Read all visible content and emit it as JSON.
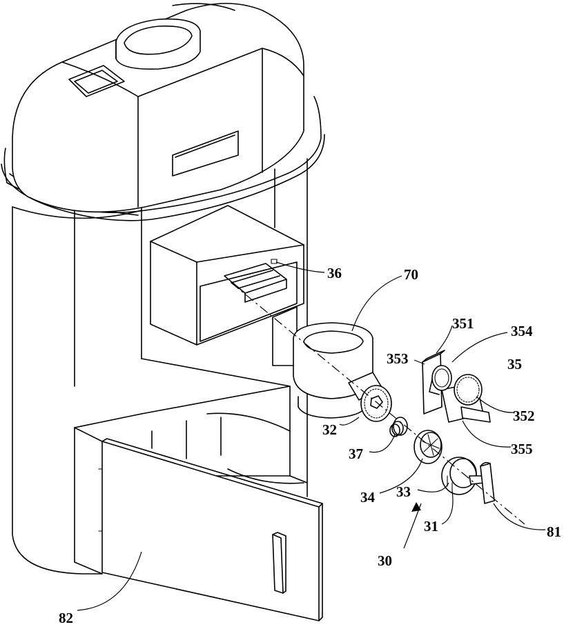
{
  "labels": {
    "l36": "36",
    "l70": "70",
    "l351": "351",
    "l354": "354",
    "l353": "353",
    "l35": "35",
    "l352": "352",
    "l355": "355",
    "l32": "32",
    "l37": "37",
    "l34": "34",
    "l33": "33",
    "l31": "31",
    "l81": "81",
    "l30": "30",
    "l82": "82"
  },
  "colors": {
    "line": "#000000",
    "background": "#ffffff"
  }
}
